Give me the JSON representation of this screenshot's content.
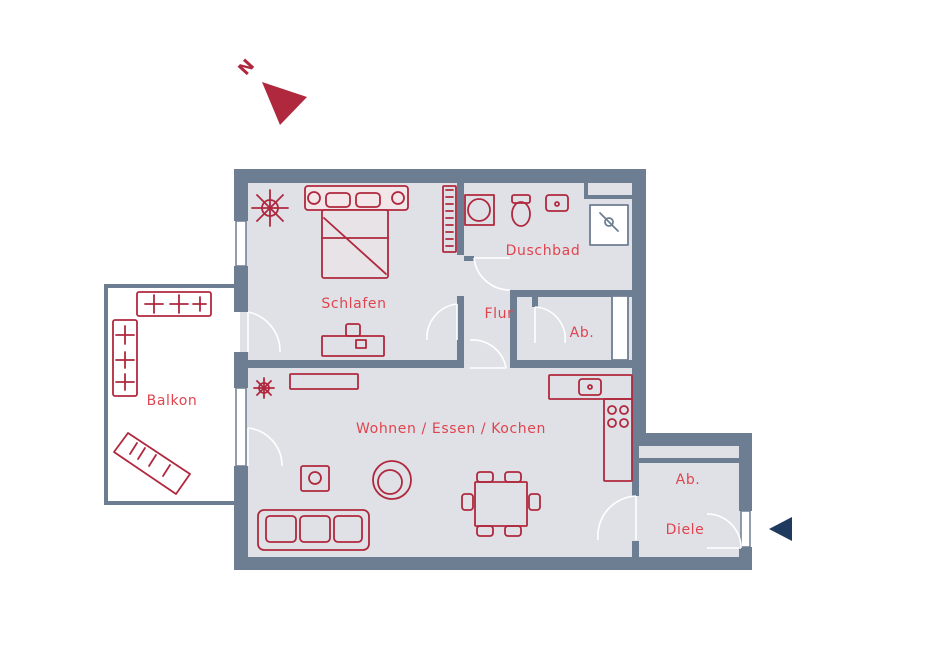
{
  "colors": {
    "wall": "#6e7e92",
    "floor": "#dfe1e6",
    "furniture": "#b0283e",
    "label": "#e0444f",
    "entrance": "#1f3a5f",
    "background": "#ffffff"
  },
  "compass": {
    "letter": "N",
    "icon": "north-arrow-icon"
  },
  "entrance": {
    "icon": "entrance-triangle-icon"
  },
  "rooms": {
    "schlafen": "Schlafen",
    "duschbad": "Duschbad",
    "flur": "Flur",
    "abstell_1": "Ab.",
    "balkon": "Balkon",
    "wohnen": "Wohnen / Essen / Kochen",
    "abstell_2": "Ab.",
    "diele": "Diele"
  }
}
